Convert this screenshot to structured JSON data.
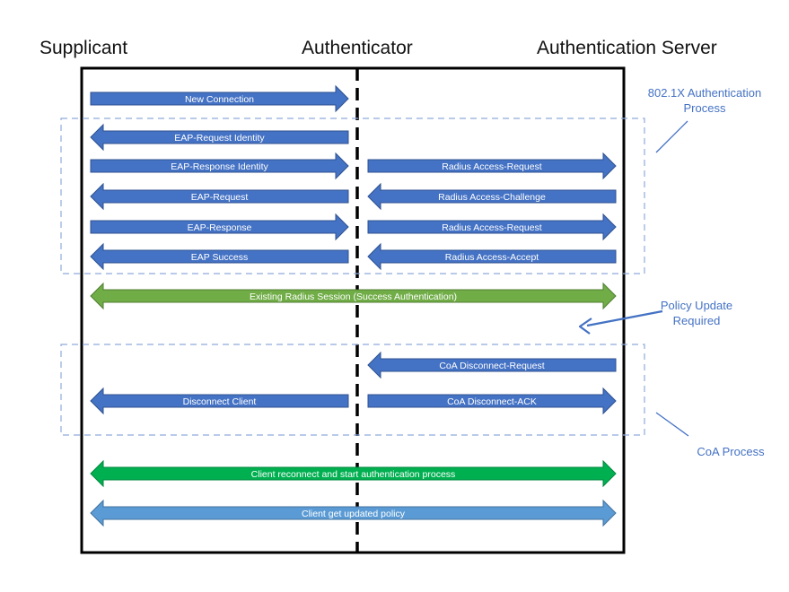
{
  "headers": {
    "supplicant": "Supplicant",
    "authenticator": "Authenticator",
    "server": "Authentication Server"
  },
  "colors": {
    "blue_arrow": "#4472c4",
    "blue_arrow_stroke": "#2f528f",
    "green_arrow": "#70ad47",
    "bright_green_arrow": "#00b050",
    "light_blue_arrow": "#5b9bd5",
    "annotation": "#4472c4",
    "dashed_group": "#8faadc"
  },
  "groups": {
    "dot1x": {
      "label_line1": "802.1X Authentication",
      "label_line2": "Process"
    },
    "coa": {
      "label": "CoA Process"
    }
  },
  "policy_note": {
    "line1": "Policy Update",
    "line2": "Required"
  },
  "messages": [
    {
      "id": "new-connection",
      "label": "New Connection",
      "segment": "left",
      "dir": "right",
      "color": "blue_arrow"
    },
    {
      "id": "eap-request-identity",
      "label": "EAP-Request Identity",
      "segment": "left",
      "dir": "left",
      "color": "blue_arrow"
    },
    {
      "id": "eap-response-identity",
      "label": "EAP-Response Identity",
      "segment": "left",
      "dir": "right",
      "color": "blue_arrow"
    },
    {
      "id": "radius-access-request-1",
      "label": "Radius Access-Request",
      "segment": "right",
      "dir": "right",
      "color": "blue_arrow"
    },
    {
      "id": "eap-request",
      "label": "EAP-Request",
      "segment": "left",
      "dir": "left",
      "color": "blue_arrow"
    },
    {
      "id": "radius-access-challenge",
      "label": "Radius Access-Challenge",
      "segment": "right",
      "dir": "left",
      "color": "blue_arrow"
    },
    {
      "id": "eap-response",
      "label": "EAP-Response",
      "segment": "left",
      "dir": "right",
      "color": "blue_arrow"
    },
    {
      "id": "radius-access-request-2",
      "label": "Radius Access-Request",
      "segment": "right",
      "dir": "right",
      "color": "blue_arrow"
    },
    {
      "id": "eap-success",
      "label": "EAP Success",
      "segment": "left",
      "dir": "left",
      "color": "blue_arrow"
    },
    {
      "id": "radius-access-accept",
      "label": "Radius Access-Accept",
      "segment": "right",
      "dir": "left",
      "color": "blue_arrow"
    },
    {
      "id": "existing-radius-session",
      "label": "Existing Radius Session (Success Authentication)",
      "segment": "full",
      "dir": "both",
      "color": "green_arrow"
    },
    {
      "id": "coa-disconnect-request",
      "label": "CoA Disconnect-Request",
      "segment": "right",
      "dir": "left",
      "color": "blue_arrow"
    },
    {
      "id": "disconnect-client",
      "label": "Disconnect Client",
      "segment": "left",
      "dir": "left",
      "color": "blue_arrow"
    },
    {
      "id": "coa-disconnect-ack",
      "label": "CoA Disconnect-ACK",
      "segment": "right",
      "dir": "right",
      "color": "blue_arrow"
    },
    {
      "id": "client-reconnect",
      "label": "Client reconnect and start authentication process",
      "segment": "full",
      "dir": "both",
      "color": "bright_green_arrow"
    },
    {
      "id": "client-updated-policy",
      "label": "Client get updated policy",
      "segment": "full",
      "dir": "both",
      "color": "light_blue_arrow"
    }
  ]
}
